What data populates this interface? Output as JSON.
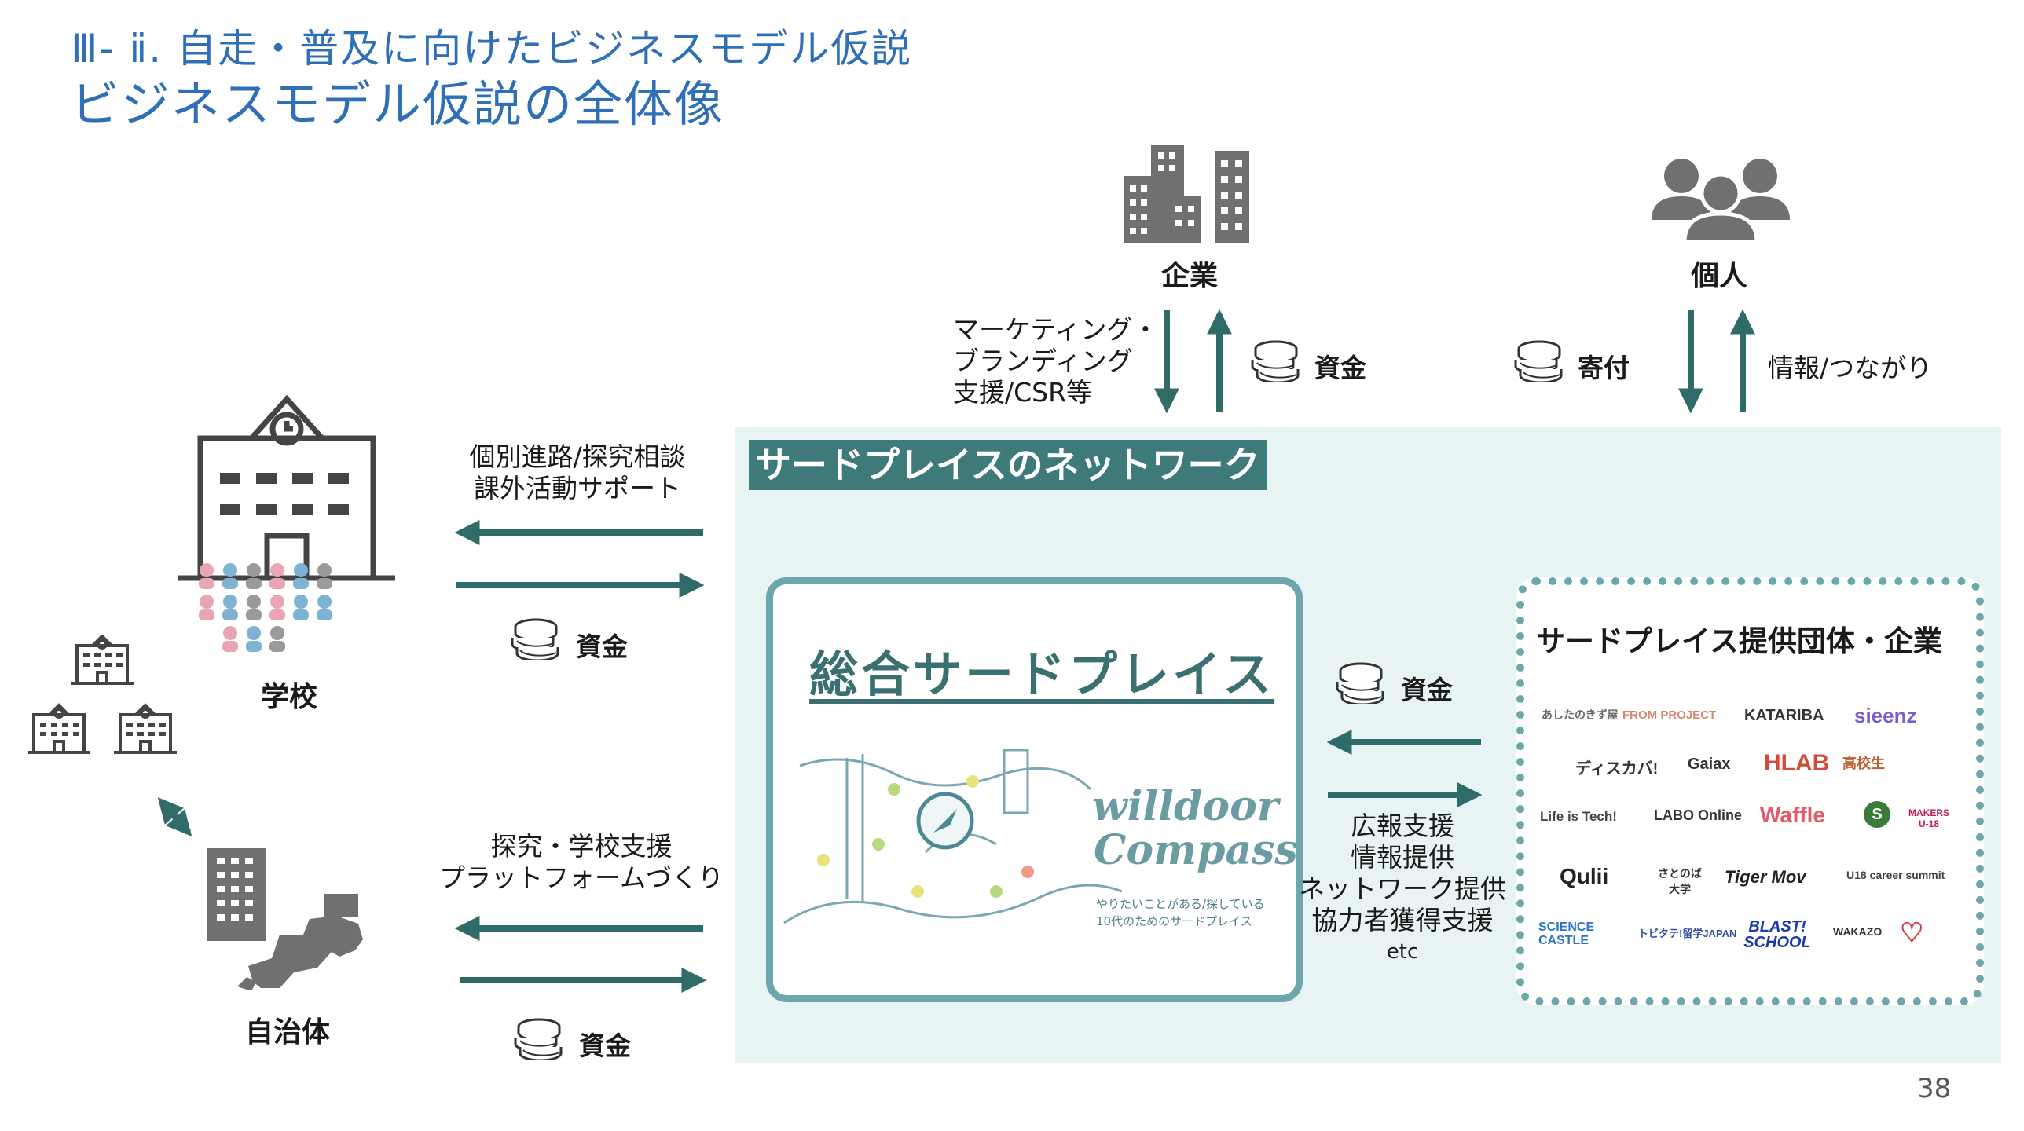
{
  "header": {
    "title_line1": "Ⅲ- ⅱ. 自走・普及に向けたビジネスモデル仮説",
    "title_line2": "ビジネスモデル仮説の全体像"
  },
  "nodes": {
    "company": "企業",
    "individual": "個人",
    "school": "学校",
    "municipality": "自治体"
  },
  "flows": {
    "company_down": [
      "マーケティング・",
      "ブランディング",
      "支援/CSR等"
    ],
    "company_up": "資金",
    "individual_down": "寄付",
    "individual_up": "情報/つながり",
    "school_out": [
      "個別進路/探究相談",
      "課外活動サポート"
    ],
    "school_in": "資金",
    "municipality_out": [
      "探究・学校支援",
      "プラットフォームづくり"
    ],
    "municipality_in": "資金",
    "providers_in": "資金",
    "providers_out": [
      "広報支援",
      "情報提供",
      "ネットワーク提供",
      "協力者獲得支援",
      "etc"
    ]
  },
  "network": {
    "title": "サードプレイスのネットワーク",
    "center_title": "総合サードプレイス",
    "compass_logo_line1": "willdoor",
    "compass_logo_line2": "Compass",
    "compass_tagline_line1": "やりたいことがある/探している",
    "compass_tagline_line2": "10代のためのサードプレイス",
    "providers_title": "サードプレイス提供団体・企業"
  },
  "partner_logos": [
    [
      "あしたのきず屋",
      "FROM PROJECT",
      "KATARIBA",
      "sieenz"
    ],
    [
      "ディスカバ!",
      "Gaiax",
      "HLAB",
      "高校生"
    ],
    [
      "Life is Tech!",
      "LABO Online",
      "Waffle",
      "S",
      "MAKERS U-18"
    ],
    [
      "Qulii",
      "さとのば大学",
      "Tiger Mov",
      "U18 career summit"
    ],
    [
      "SCIENCE CASTLE",
      "トビタテ!留学JAPAN",
      "BLAST! SCHOOL",
      "WAKAZO",
      "♡"
    ]
  ],
  "page_number": "38",
  "colors": {
    "title_blue": "#2f6fb6",
    "arrow_teal": "#2f6b68",
    "network_bg": "#e8f3f4",
    "frame_teal": "#6ba7ad",
    "icon_gray": "#707070"
  }
}
